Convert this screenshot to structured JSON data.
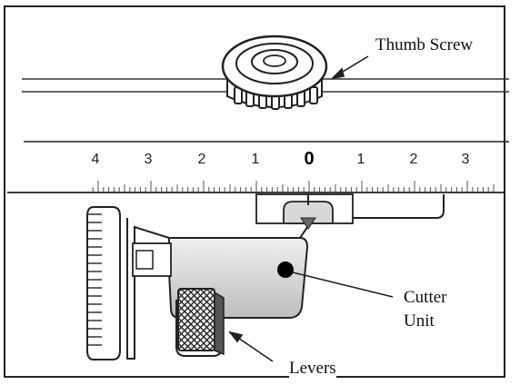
{
  "labels": {
    "thumb_screw": "Thumb Screw",
    "cutter_unit_line1": "Cutter",
    "cutter_unit_line2": "Unit",
    "levers": "Levers"
  },
  "scale": {
    "left_numbers": [
      "4",
      "3",
      "2",
      "1"
    ],
    "center_number": "0",
    "right_numbers": [
      "1",
      "2",
      "3"
    ]
  }
}
